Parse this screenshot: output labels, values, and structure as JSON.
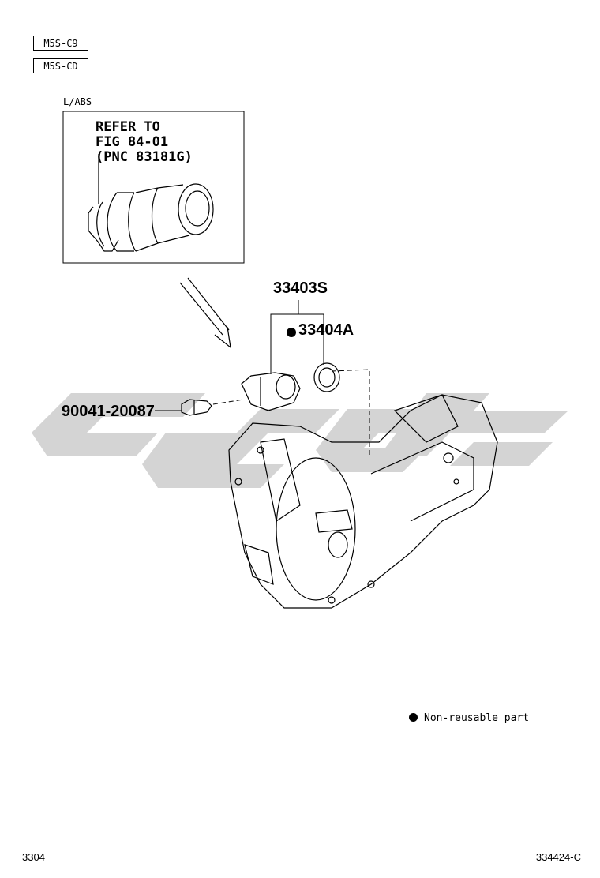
{
  "variant_codes": [
    "M5S-C9",
    "M5S-CD"
  ],
  "inset": {
    "label": "L/ABS",
    "refer_lines": [
      "REFER TO",
      "FIG 84-01",
      "(PNC 83181G)"
    ]
  },
  "parts": {
    "speed_sensor_assembly": "33403S",
    "o_ring": "33404A",
    "plug": "90041-20087"
  },
  "legend": {
    "text": "Non-reusable part",
    "symbol": "filled-circle"
  },
  "footer": {
    "figure_number": "3304",
    "illustration_code": "334424-C"
  },
  "watermark_color": "#d0d0d0"
}
